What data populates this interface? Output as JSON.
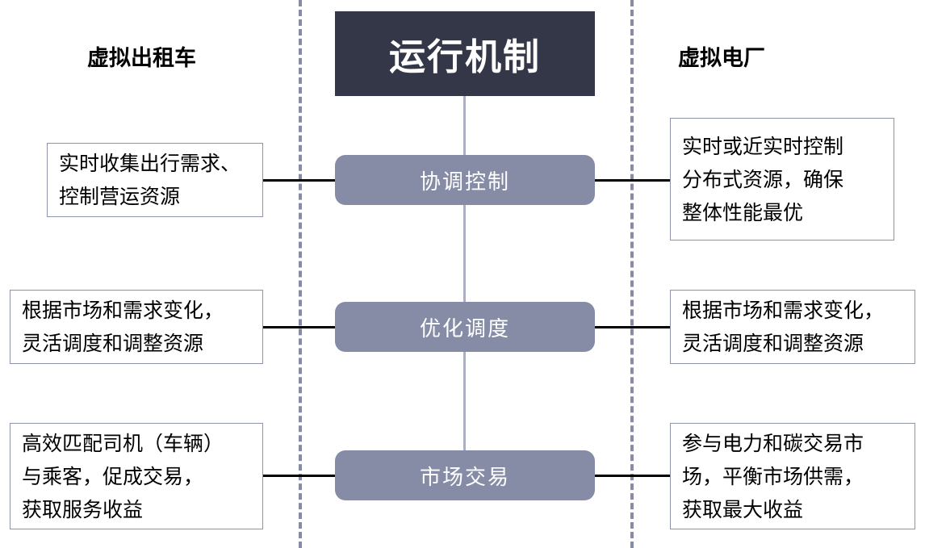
{
  "diagram": {
    "title": "运行机制",
    "columns": {
      "left_header": "虚拟出租车",
      "right_header": "虚拟电厂"
    },
    "colors": {
      "banner_bg": "#333747",
      "pill_bg": "#868ca6",
      "divider": "#868ca6",
      "spine": "#aab0c2",
      "box_border": "#8e93a8",
      "connector": "#000000",
      "text_dark": "#000000",
      "text_light": "#ffffff"
    },
    "rows": [
      {
        "stage": "协调控制",
        "left": {
          "lines": [
            "实时收集出行需求、",
            "控制营运资源"
          ]
        },
        "right": {
          "lines": [
            "实时或近实时控制",
            "分布式资源，确保",
            "整体性能最优"
          ]
        }
      },
      {
        "stage": "优化调度",
        "left": {
          "lines": [
            "根据市场和需求变化，",
            "灵活调度和调整资源"
          ]
        },
        "right": {
          "lines": [
            "根据市场和需求变化，",
            "灵活调度和调整资源"
          ]
        }
      },
      {
        "stage": "市场交易",
        "left": {
          "lines": [
            "高效匹配司机（车辆）",
            "与乘客，促成交易，",
            "获取服务收益"
          ]
        },
        "right": {
          "lines": [
            "参与电力和碳交易市",
            "场，平衡市场供需，",
            "获取最大收益"
          ]
        }
      }
    ]
  }
}
